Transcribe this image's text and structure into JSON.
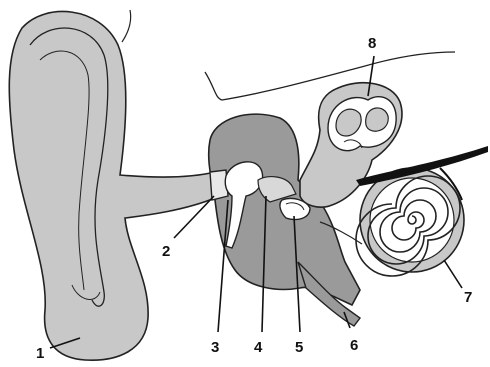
{
  "diagram": {
    "labels": [
      {
        "id": "1",
        "text": "1"
      },
      {
        "id": "2",
        "text": "2"
      },
      {
        "id": "3",
        "text": "3"
      },
      {
        "id": "4",
        "text": "4"
      },
      {
        "id": "5",
        "text": "5"
      },
      {
        "id": "6",
        "text": "6"
      },
      {
        "id": "7",
        "text": "7"
      },
      {
        "id": "8",
        "text": "8"
      }
    ],
    "colors": {
      "tissue": "#c8c8c8",
      "dark_tissue": "#9a9a9a",
      "outline": "#222222",
      "background": "#ffffff"
    }
  }
}
